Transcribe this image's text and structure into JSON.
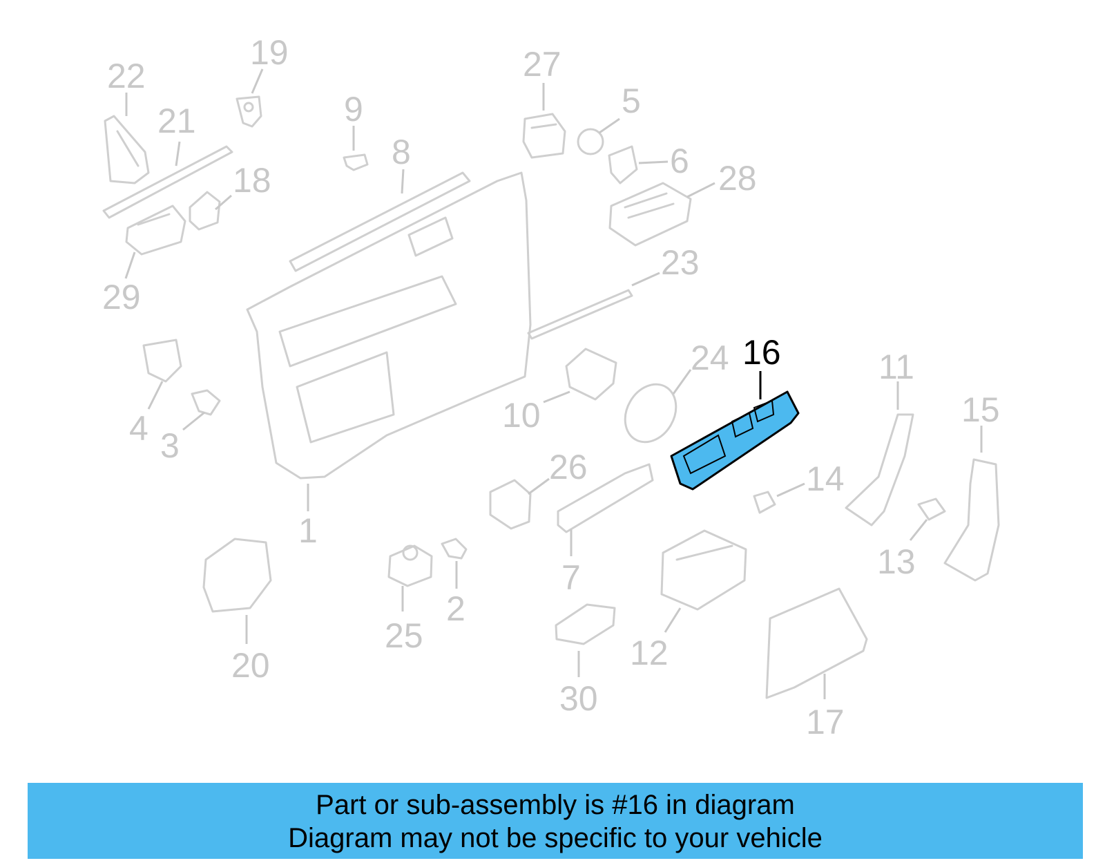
{
  "highlight": {
    "part": "16",
    "color": "#4cb9ef"
  },
  "callouts": [
    {
      "id": "22",
      "text": "22",
      "highlighted": false
    },
    {
      "id": "19",
      "text": "19",
      "highlighted": false
    },
    {
      "id": "21",
      "text": "21",
      "highlighted": false
    },
    {
      "id": "9",
      "text": "9",
      "highlighted": false
    },
    {
      "id": "27",
      "text": "27",
      "highlighted": false
    },
    {
      "id": "5",
      "text": "5",
      "highlighted": false
    },
    {
      "id": "8",
      "text": "8",
      "highlighted": false
    },
    {
      "id": "18",
      "text": "18",
      "highlighted": false
    },
    {
      "id": "6",
      "text": "6",
      "highlighted": false
    },
    {
      "id": "28",
      "text": "28",
      "highlighted": false
    },
    {
      "id": "29",
      "text": "29",
      "highlighted": false
    },
    {
      "id": "23",
      "text": "23",
      "highlighted": false
    },
    {
      "id": "16",
      "text": "16",
      "highlighted": true
    },
    {
      "id": "24",
      "text": "24",
      "highlighted": false
    },
    {
      "id": "11",
      "text": "11",
      "highlighted": false
    },
    {
      "id": "15",
      "text": "15",
      "highlighted": false
    },
    {
      "id": "10",
      "text": "10",
      "highlighted": false
    },
    {
      "id": "4",
      "text": "4",
      "highlighted": false
    },
    {
      "id": "3",
      "text": "3",
      "highlighted": false
    },
    {
      "id": "26",
      "text": "26",
      "highlighted": false
    },
    {
      "id": "14",
      "text": "14",
      "highlighted": false
    },
    {
      "id": "1",
      "text": "1",
      "highlighted": false
    },
    {
      "id": "7",
      "text": "7",
      "highlighted": false
    },
    {
      "id": "13",
      "text": "13",
      "highlighted": false
    },
    {
      "id": "2",
      "text": "2",
      "highlighted": false
    },
    {
      "id": "12",
      "text": "12",
      "highlighted": false
    },
    {
      "id": "25",
      "text": "25",
      "highlighted": false
    },
    {
      "id": "20",
      "text": "20",
      "highlighted": false
    },
    {
      "id": "30",
      "text": "30",
      "highlighted": false
    },
    {
      "id": "17",
      "text": "17",
      "highlighted": false
    }
  ],
  "banner": {
    "line1": "Part or sub-assembly is #16 in diagram",
    "line2": "Diagram may not be specific to your vehicle"
  }
}
